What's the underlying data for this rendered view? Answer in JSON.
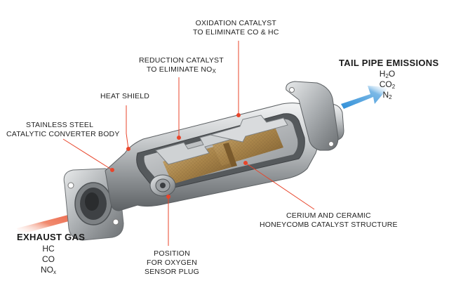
{
  "labels": {
    "oxidation": {
      "line1": "OXIDATION CATALYST",
      "line2": "TO ELIMINATE CO & HC"
    },
    "reduction": {
      "line1": "REDUCTION CATALYST",
      "line2_prefix": "TO ELIMINATE NO",
      "line2_sub": "x"
    },
    "heat_shield": "HEAT SHIELD",
    "body": {
      "line1": "STAINLESS STEEL",
      "line2": "CATALYTIC CONVERTER BODY"
    },
    "honeycomb": {
      "line1": "CERIUM AND CERAMIC",
      "line2": "HONEYCOMB CATALYST STRUCTURE"
    },
    "sensor": {
      "line1": "POSITION",
      "line2": "FOR OXYGEN",
      "line3": "SENSOR PLUG"
    }
  },
  "exhaust": {
    "title": "EXHAUST GAS",
    "gases": [
      {
        "base": "HC",
        "sub": ""
      },
      {
        "base": "CO",
        "sub": ""
      },
      {
        "base": "NO",
        "sub": "x"
      }
    ]
  },
  "tailpipe": {
    "title": "TAIL PIPE EMISSIONS",
    "gases": [
      {
        "base": "H",
        "sub": "2",
        "tail": "O"
      },
      {
        "base": "CO",
        "sub": "2",
        "tail": ""
      },
      {
        "base": "N",
        "sub": "2",
        "tail": ""
      }
    ]
  },
  "colors": {
    "leader": "#e8452b",
    "exhaust_arrow": "#e8452b",
    "tailpipe_arrow": "#2f8fd8",
    "steel": "#b9bcbf",
    "catalyst": "#b08a52"
  }
}
